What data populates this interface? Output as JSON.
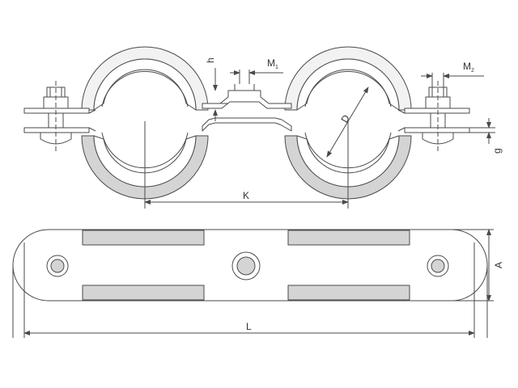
{
  "drawing": {
    "line_color": "#4a4a4a",
    "fill_light": "#f2f2f2",
    "fill_shade": "#d4d4d4",
    "labels": {
      "h": "h",
      "m1_base": "M",
      "m1_sub": "1",
      "m2_base": "M",
      "m2_sub": "2",
      "d": "D",
      "g": "g",
      "k": "K",
      "a": "A",
      "l": "L"
    }
  }
}
